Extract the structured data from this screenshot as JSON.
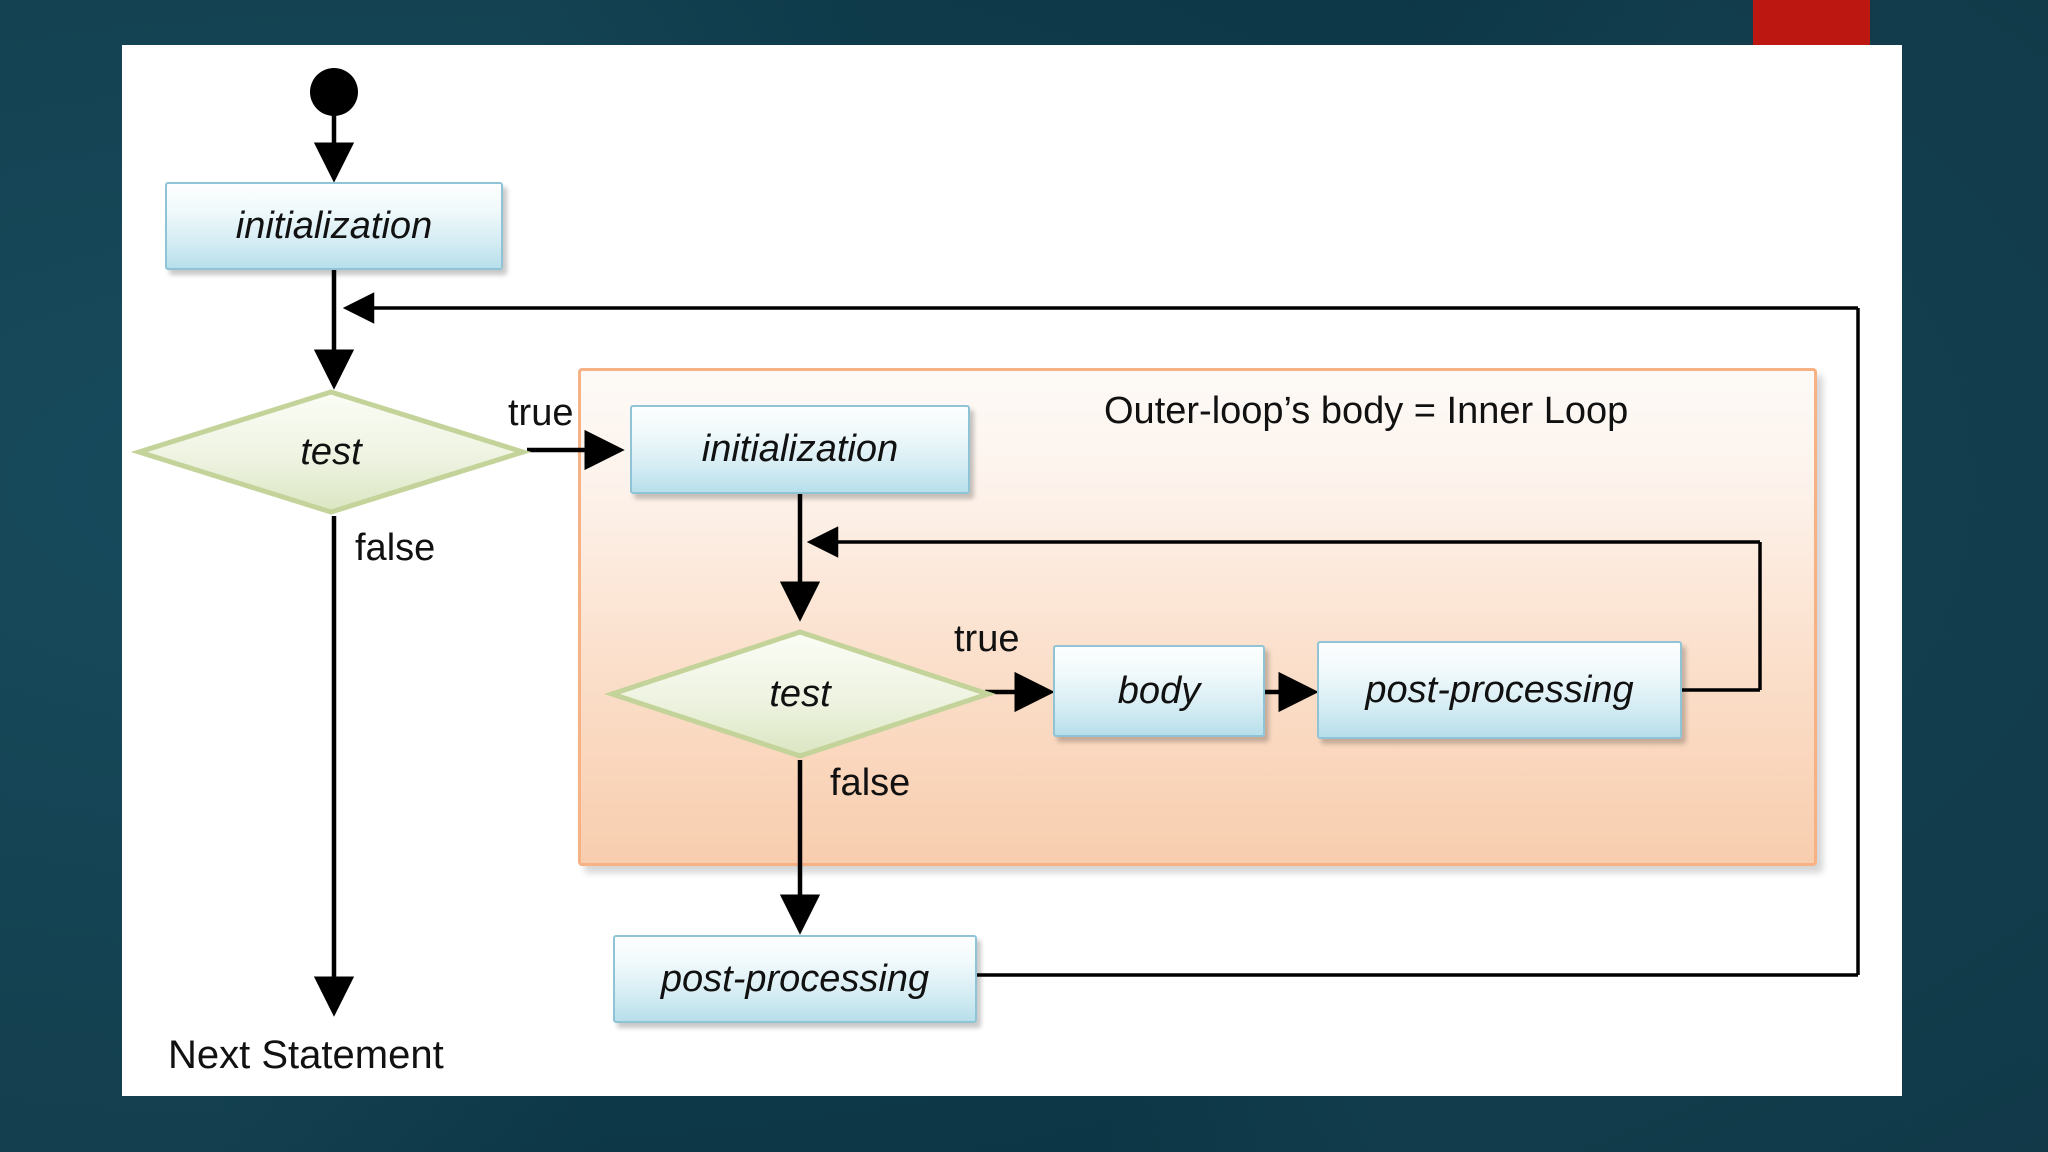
{
  "slide": {
    "background_color": "#0e3c4c",
    "accent_color": "#bd1712",
    "panel_color": "#ffffff"
  },
  "diagram": {
    "type": "flowchart",
    "title": "Nested loop (outer loop containing inner loop) activity diagram",
    "palette": {
      "process_fill": "#cfe9f2",
      "process_border": "#8fc4d6",
      "decision_fill": "#e7eed7",
      "decision_border": "#c3d39a",
      "group_fill": "#fbdcc5",
      "group_border": "#f6b184",
      "line_color": "#000000"
    },
    "nodes": [
      {
        "id": "start",
        "kind": "start-dot",
        "label": ""
      },
      {
        "id": "outer-init",
        "kind": "process",
        "label": "initialization"
      },
      {
        "id": "outer-test",
        "kind": "decision",
        "label": "test"
      },
      {
        "id": "inner-init",
        "kind": "process",
        "label": "initialization"
      },
      {
        "id": "inner-test",
        "kind": "decision",
        "label": "test"
      },
      {
        "id": "inner-body",
        "kind": "process",
        "label": "body"
      },
      {
        "id": "inner-post",
        "kind": "process",
        "label": "post-processing"
      },
      {
        "id": "outer-post",
        "kind": "process",
        "label": "post-processing"
      },
      {
        "id": "next-stmt",
        "kind": "terminal-text",
        "label": "Next Statement"
      }
    ],
    "group": {
      "id": "inner-loop-group",
      "caption": "Outer-loop’s body = Inner Loop"
    },
    "edge_labels": {
      "outer_true": "true",
      "outer_false": "false",
      "inner_true": "true",
      "inner_false": "false"
    }
  }
}
